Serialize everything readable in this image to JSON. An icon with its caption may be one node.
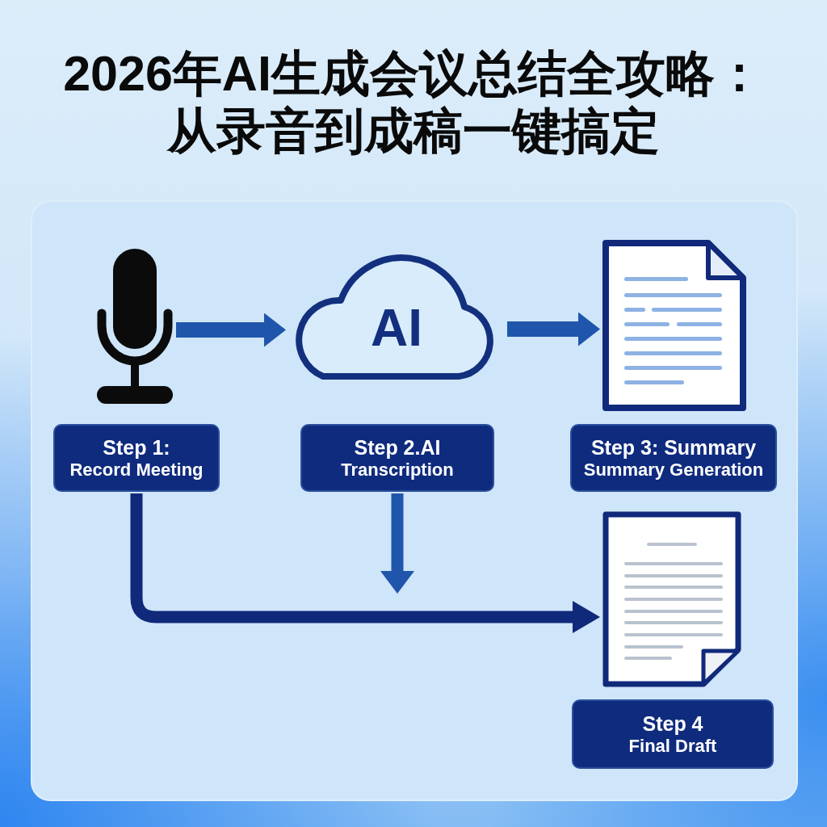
{
  "diagram": {
    "title": "2026年AI生成会议总结全攻略：从录音到成稿一键搞定",
    "nodes": [
      {
        "text": [],
        "shape": "picture"
      },
      {
        "text": [
          "Step 1:",
          "Record Meeting"
        ]
      },
      {
        "text": [
          "AI"
        ]
      },
      {
        "text": [
          "Step 2.AI",
          "Transcription"
        ]
      },
      {
        "text": [],
        "shape": "picture"
      },
      {
        "text": [
          "Step 3: Summary",
          "Summary Generation"
        ]
      },
      {
        "text": [],
        "shape": "picture"
      },
      {
        "text": [
          "Step 4",
          "Final Draft"
        ]
      }
    ],
    "edges": [
      {
        "from": 0,
        "to": 2,
        "arrow": "to"
      },
      {
        "from": 2,
        "to": 4,
        "arrow": "to"
      },
      {
        "from": 1,
        "to": 6,
        "arrow": "to",
        "color": "#11297a"
      },
      {
        "from": 3,
        "to": null,
        "arrow": "to"
      }
    ]
  }
}
